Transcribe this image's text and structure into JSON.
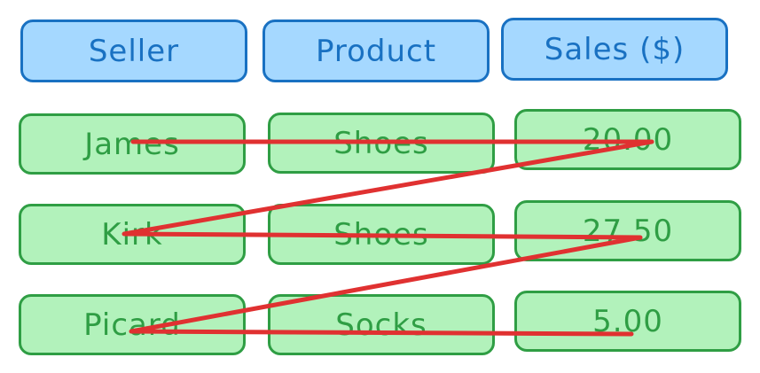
{
  "headers": [
    "Seller",
    "Product",
    "Sales ($)"
  ],
  "rows": [
    [
      "James",
      "Shoes",
      "20.00"
    ],
    [
      "Kirk",
      "Shoes",
      "27.50"
    ],
    [
      "Picard",
      "Socks",
      "5.00"
    ]
  ],
  "colors": {
    "header_fill": "#a5d8ff",
    "header_stroke": "#1971c2",
    "row_fill": "#b2f2bb",
    "row_stroke": "#2f9e44",
    "zigzag_line": "#e03131"
  }
}
